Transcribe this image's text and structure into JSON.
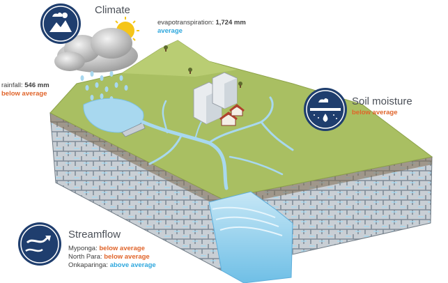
{
  "colors": {
    "navy": "#1f3e6e",
    "below_average": "#e0642a",
    "average": "#2ea7dd",
    "land_green": "#a9bf62",
    "water_blue": "#a8d8ef",
    "rock_grey": "#8d9aa6"
  },
  "climate": {
    "icon": "climate-icon",
    "title": "Climate",
    "evapotranspiration_label": "evapotranspiration:",
    "evapotranspiration_value": "1,724 mm",
    "evapotranspiration_status": "average",
    "rainfall_label": "rainfall:",
    "rainfall_value": "546 mm",
    "rainfall_status": "below average"
  },
  "soil_moisture": {
    "icon": "soil-moisture-icon",
    "title": "Soil moisture",
    "status": "below average"
  },
  "streamflow": {
    "icon": "streamflow-icon",
    "title": "Streamflow",
    "sites": [
      {
        "name": "Myponga:",
        "status": "below average",
        "kind": "below"
      },
      {
        "name": "North Para:",
        "status": "below average",
        "kind": "below"
      },
      {
        "name": "Onkaparinga:",
        "status": "above average",
        "kind": "above"
      }
    ]
  }
}
